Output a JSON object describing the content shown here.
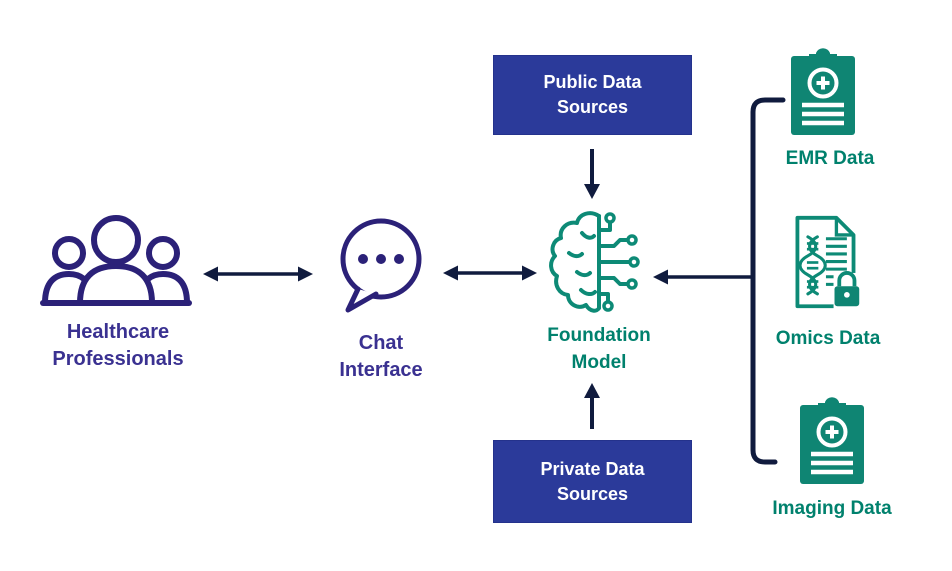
{
  "nodes": {
    "healthcare_professionals": {
      "label": "Healthcare\nProfessionals",
      "icon": "people-group-icon"
    },
    "chat_interface": {
      "label": "Chat\nInterface",
      "icon": "chat-bubble-icon"
    },
    "foundation_model": {
      "label": "Foundation\nModel",
      "icon": "brain-circuit-icon"
    },
    "public_data_sources": {
      "label": "Public Data\nSources",
      "type": "box"
    },
    "private_data_sources": {
      "label": "Private Data\nSources",
      "type": "box"
    },
    "emr_data": {
      "label": "EMR Data",
      "icon": "clipboard-medical-icon"
    },
    "omics_data": {
      "label": "Omics Data",
      "icon": "dna-document-lock-icon"
    },
    "imaging_data": {
      "label": "Imaging Data",
      "icon": "clipboard-medical-icon"
    }
  },
  "edges": [
    {
      "from": "healthcare_professionals",
      "to": "chat_interface",
      "style": "bidirectional-arrow"
    },
    {
      "from": "chat_interface",
      "to": "foundation_model",
      "style": "bidirectional-arrow"
    },
    {
      "from": "public_data_sources",
      "to": "foundation_model",
      "style": "arrow-down"
    },
    {
      "from": "private_data_sources",
      "to": "foundation_model",
      "style": "arrow-up"
    },
    {
      "from": "emr-omics-imaging-bracket",
      "to": "foundation_model",
      "style": "arrow-left"
    }
  ],
  "colors": {
    "indigo_icon": "#2b2178",
    "indigo_text": "#3a3191",
    "teal_icon": "#0d8a76",
    "teal_fill": "#0f8573",
    "teal_text": "#00816d",
    "navy_arrow": "#101b3e",
    "box_fill": "#2b3a9a",
    "box_text": "#ffffff",
    "background": "#ffffff"
  }
}
